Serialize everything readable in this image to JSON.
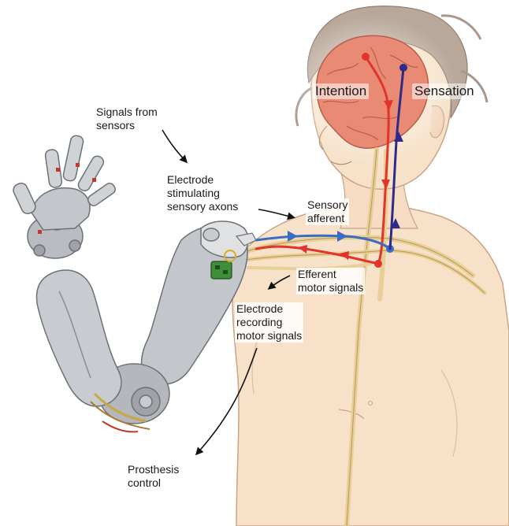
{
  "labels": {
    "intention": "Intention",
    "sensation": "Sensation",
    "signals_from_sensors": "Signals from\nsensors",
    "electrode_stimulating": "Electrode\nstimulating\nsensory axons",
    "sensory_afferent": "Sensory\nafferent",
    "efferent_motor": "Efferent\nmotor signals",
    "electrode_recording": "Electrode\nrecording\nmotor signals",
    "prosthesis_control": "Prosthesis\ncontrol"
  },
  "colors": {
    "motor_pathway": "#e2342b",
    "sensory_pathway_brain": "#2e2a8c",
    "sensory_pathway_arm": "#3a6cc6",
    "nerve": "#e7cf95",
    "skin": "#f7e1c8",
    "brain": "#e98a74",
    "hair": "#b9a89a",
    "prosthesis": "#b9bcc0"
  }
}
